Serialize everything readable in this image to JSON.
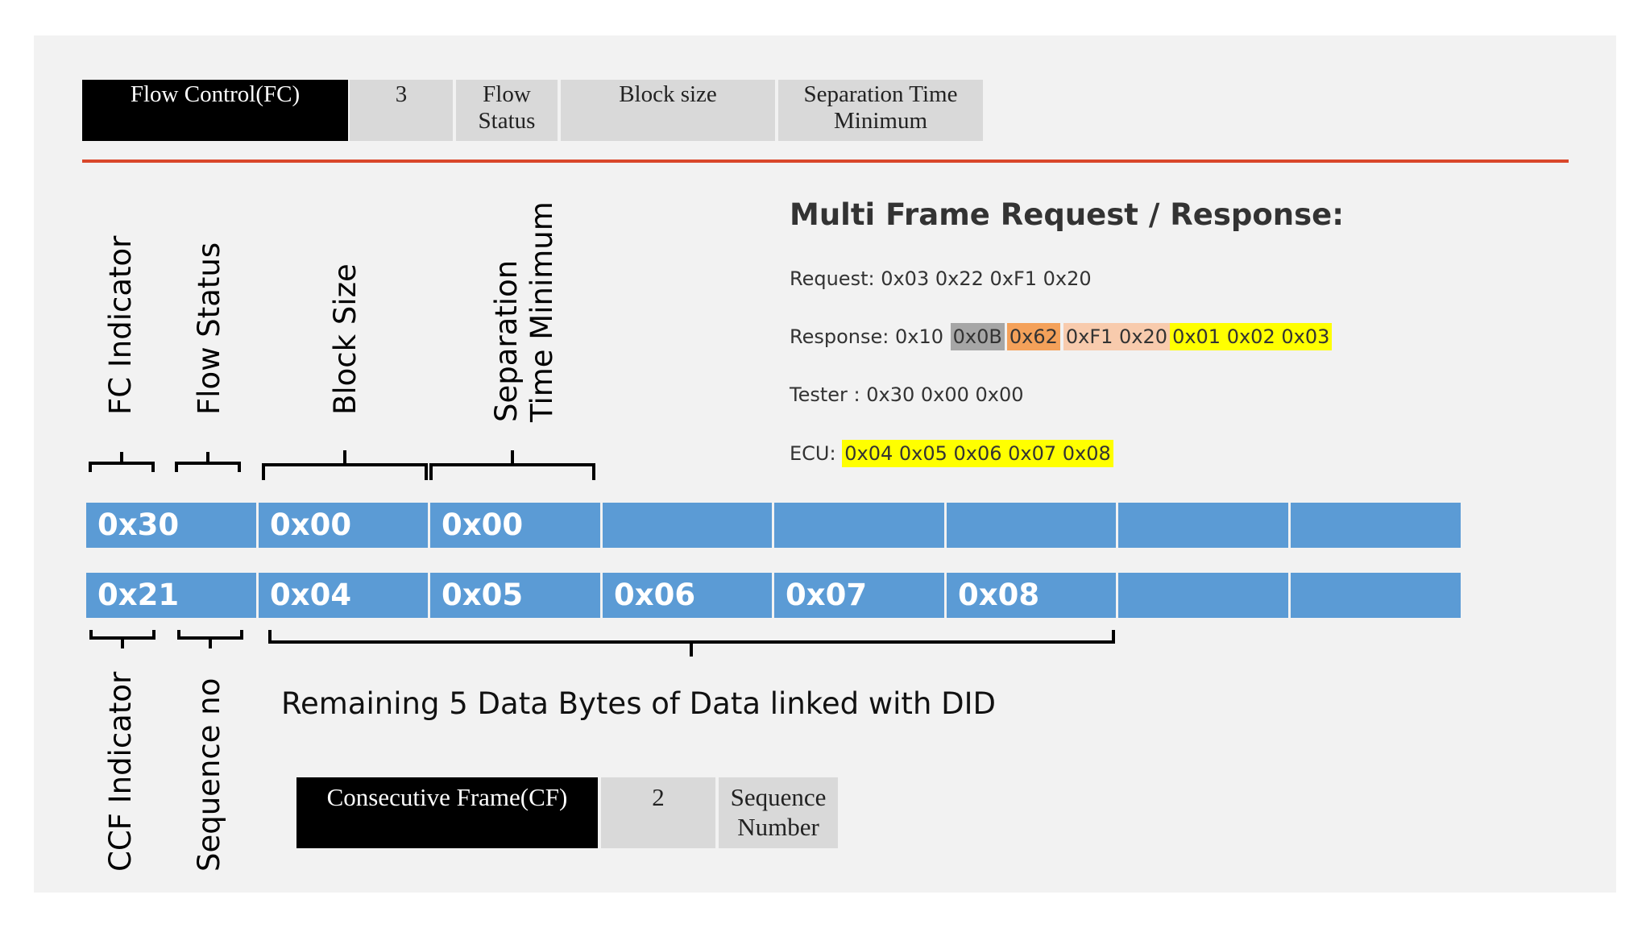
{
  "fc_header": {
    "cells": [
      {
        "text": "Flow Control(FC)"
      },
      {
        "text": "3"
      },
      {
        "text": "Flow\nStatus"
      },
      {
        "text": "Block size"
      },
      {
        "text": "Separation Time\nMinimum"
      }
    ]
  },
  "top_labels": {
    "fc_indicator": "FC Indicator",
    "flow_status": "Flow Status",
    "block_size": "Block Size",
    "separation_line1": "Separation",
    "separation_line2": "Time Minimum"
  },
  "row1": [
    "0x30",
    "0x00",
    "0x00",
    "",
    "",
    "",
    "",
    ""
  ],
  "row2": [
    "0x21",
    "0x04",
    "0x05",
    "0x06",
    "0x07",
    "0x08",
    "",
    ""
  ],
  "bottom_labels": {
    "ccf_indicator": "CCF Indicator",
    "sequence_no": "Sequence no",
    "remaining": "Remaining 5 Data Bytes of Data linked with DID"
  },
  "multi_frame": {
    "title": "Multi Frame Request / Response:",
    "request": "Request: 0x03 0x22 0xF1 0x20",
    "response_prefix": "Response: 0x10",
    "response_len": "0x0B",
    "response_sid": "0x62",
    "response_did": "0xF1 0x20",
    "response_data": "0x01 0x02 0x03",
    "tester": "Tester : 0x30 0x00 0x00",
    "ecu_prefix": "ECU:",
    "ecu_data": "0x04 0x05 0x06 0x07 0x08"
  },
  "cf_header": {
    "cells": [
      {
        "text": "Consecutive Frame(CF)"
      },
      {
        "text": "2"
      },
      {
        "text": "Sequence\nNumber"
      }
    ]
  },
  "colors": {
    "frame_cell": "#5b9bd5",
    "red_rule": "#d9472b",
    "hl_gray": "#a6a6a6",
    "hl_orange": "#f4a15a",
    "hl_peach": "#f8cbad",
    "hl_yellow": "#ffff00"
  }
}
